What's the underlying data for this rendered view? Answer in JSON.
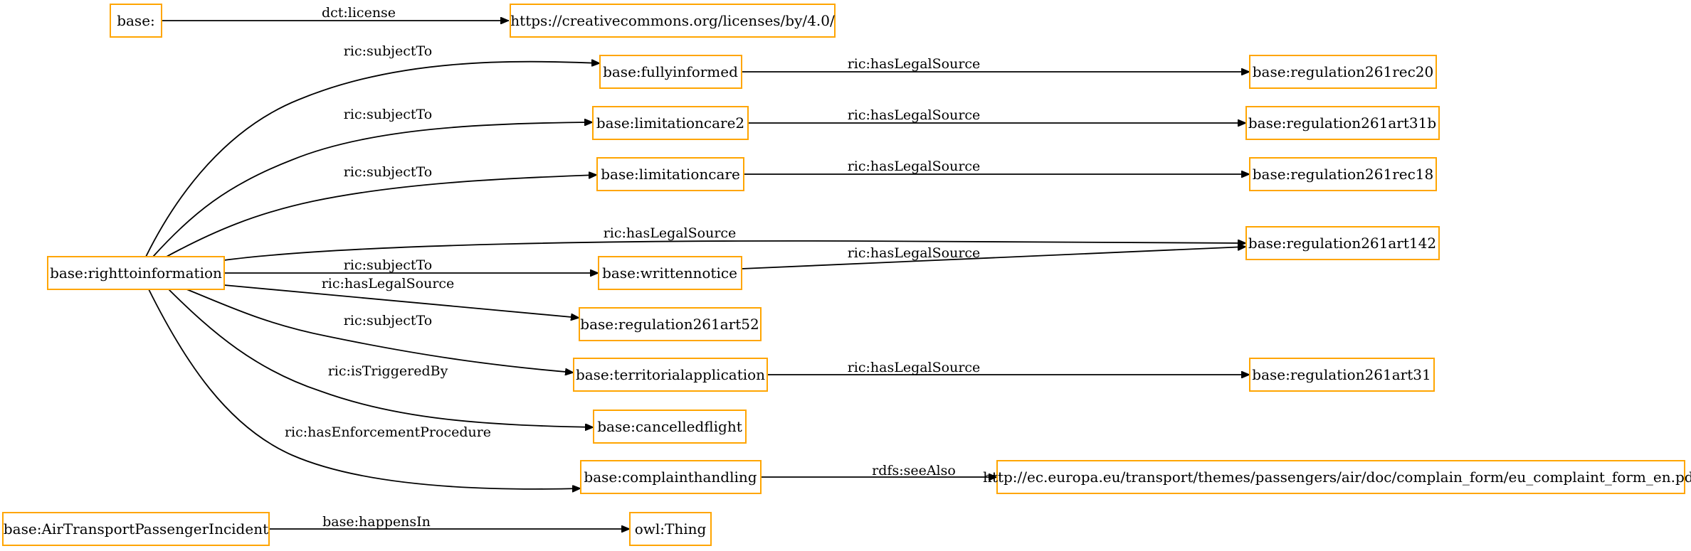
{
  "colors": {
    "node_border": "#ffa500",
    "edge": "#000000",
    "background": "#ffffff"
  },
  "nodes": {
    "base": "base:",
    "license": "https://creativecommons.org/licenses/by/4.0/",
    "fullyinformed": "base:fullyinformed",
    "rec20": "base:regulation261rec20",
    "limitationcare2": "base:limitationcare2",
    "art31b": "base:regulation261art31b",
    "limitationcare": "base:limitationcare",
    "rec18": "base:regulation261rec18",
    "art142": "base:regulation261art142",
    "righttoinformation": "base:righttoinformation",
    "writtennotice": "base:writtennotice",
    "art52": "base:regulation261art52",
    "territorialapplication": "base:territorialapplication",
    "art31": "base:regulation261art31",
    "cancelledflight": "base:cancelledflight",
    "complainthandling": "base:complainthandling",
    "complaintform": "http://ec.europa.eu/transport/themes/passengers/air/doc/complain_form/eu_complaint_form_en.pdf",
    "incident": "base:AirTransportPassengerIncident",
    "thing": "owl:Thing"
  },
  "edges": {
    "base_license": "dct:license",
    "rti_fullyinformed": "ric:subjectTo",
    "fullyinformed_rec20": "ric:hasLegalSource",
    "rti_limitationcare2": "ric:subjectTo",
    "limitationcare2_art31b": "ric:hasLegalSource",
    "rti_limitationcare": "ric:subjectTo",
    "limitationcare_rec18": "ric:hasLegalSource",
    "rti_art142": "ric:hasLegalSource",
    "rti_writtennotice": "ric:subjectTo",
    "writtennotice_art142": "ric:hasLegalSource",
    "rti_art52": "ric:hasLegalSource",
    "rti_territorial": "ric:subjectTo",
    "territorial_art31": "ric:hasLegalSource",
    "rti_cancelled": "ric:isTriggeredBy",
    "rti_complaint": "ric:hasEnforcementProcedure",
    "complaint_form": "rdfs:seeAlso",
    "incident_thing": "base:happensIn"
  }
}
